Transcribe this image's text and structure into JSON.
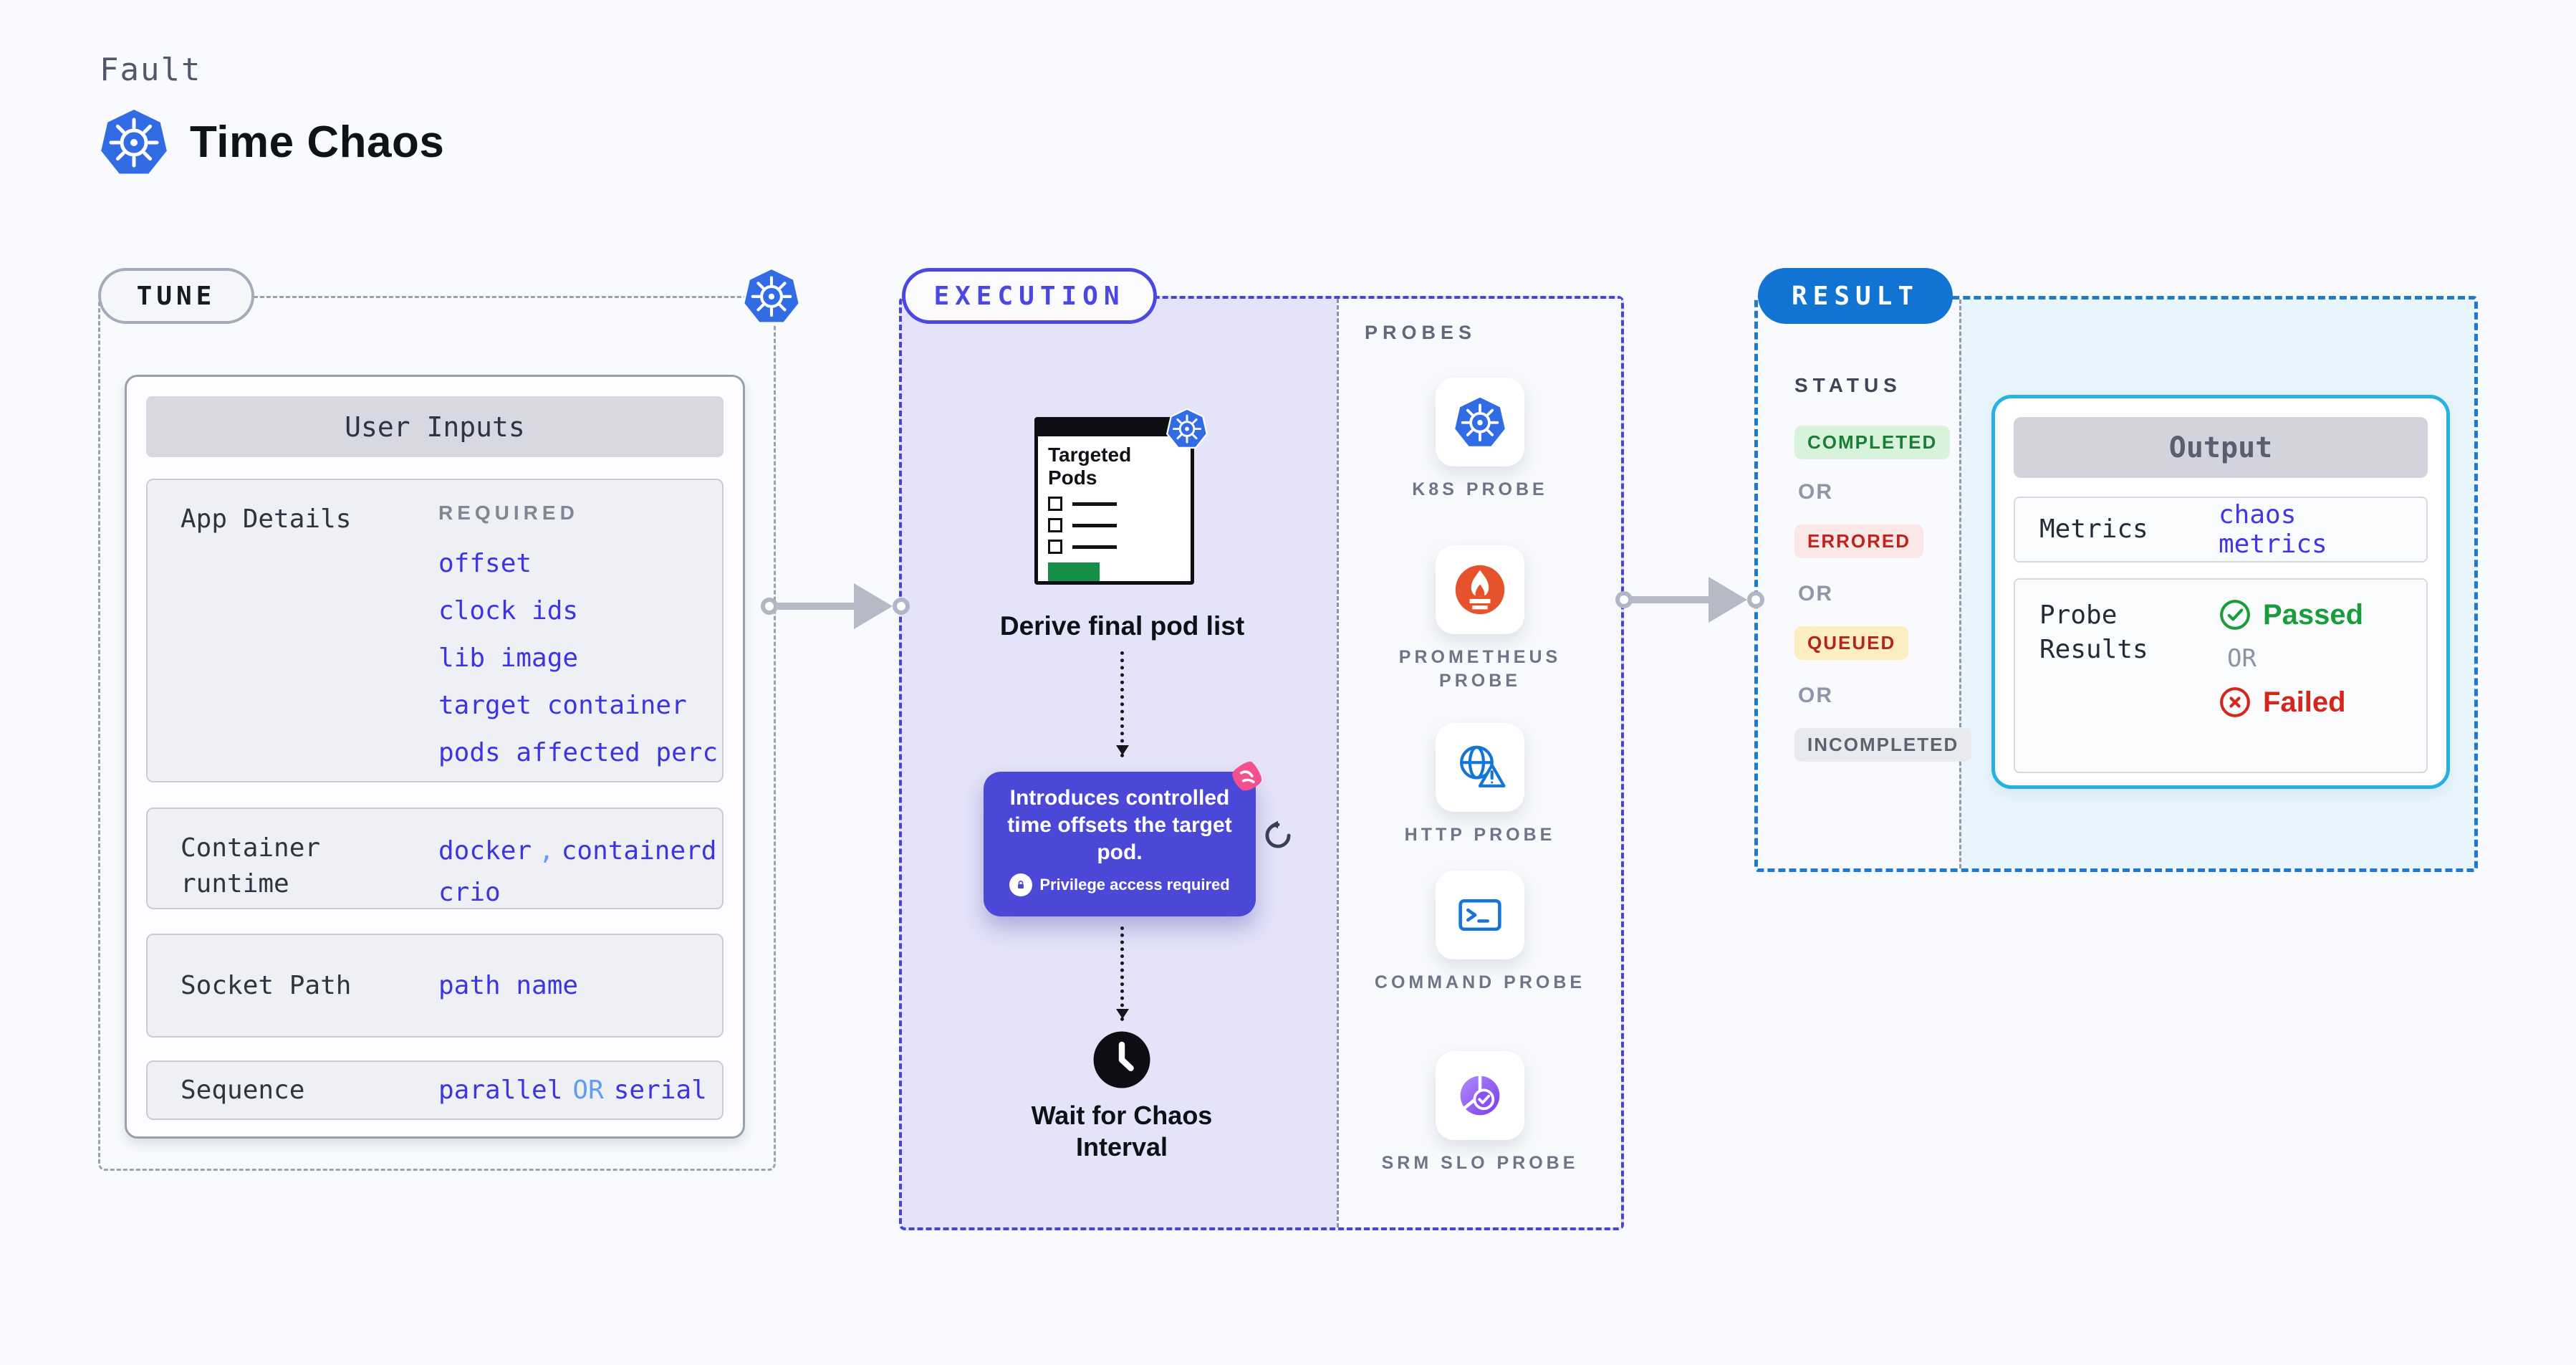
{
  "colors": {
    "accent_indigo": "#4a47e2",
    "execution_fill": "#e4e3f9",
    "result_blue": "#1173d2",
    "output_cyan": "#27b0e2",
    "link_blue": "#3d35e1",
    "light_blue": "#5e9cf5",
    "kubernetes_blue": "#326ce5",
    "prometheus_orange": "#e6522c",
    "passed_green": "#1b9c3c",
    "failed_red": "#d3271d",
    "queued_yellow": "#fdeec2"
  },
  "header": {
    "kicker": "Fault",
    "title": "Time Chaos"
  },
  "tune": {
    "pill": "TUNE",
    "panel": {
      "title": "User Inputs",
      "app_details": {
        "label": "App Details",
        "badge": "REQUIRED",
        "links": [
          "offset",
          "clock ids",
          "lib image",
          "target container",
          "pods affected perc"
        ]
      },
      "container_runtime": {
        "label": "Container runtime",
        "value1": "docker",
        "comma": ",",
        "value2": "containerd",
        "value3": "crio"
      },
      "socket_path": {
        "label": "Socket Path",
        "value": "path name"
      },
      "sequence": {
        "label": "Sequence",
        "value1": "parallel",
        "or": "OR",
        "value2": "serial"
      }
    }
  },
  "execution": {
    "pill": "EXECUTION",
    "pod_card_title": "Targeted Pods",
    "derive_label": "Derive final pod list",
    "tooltip": {
      "text": "Introduces controlled time offsets the target pod.",
      "note": "Privilege access required"
    },
    "wait_label": "Wait for Chaos Interval",
    "probes": {
      "title": "PROBES",
      "items": [
        {
          "label": "K8S PROBE",
          "icon": "kubernetes-icon"
        },
        {
          "label": "PROMETHEUS PROBE",
          "icon": "prometheus-icon"
        },
        {
          "label": "HTTP PROBE",
          "icon": "globe-warning-icon"
        },
        {
          "label": "COMMAND PROBE",
          "icon": "terminal-icon"
        },
        {
          "label": "SRM SLO PROBE",
          "icon": "pie-check-icon"
        }
      ]
    }
  },
  "result": {
    "pill": "RESULT",
    "status": {
      "title": "STATUS",
      "or": "OR",
      "completed": "COMPLETED",
      "errored": "ERRORED",
      "queued": "QUEUED",
      "incompleted": "INCOMPLETED"
    },
    "output": {
      "title": "Output",
      "metrics_label": "Metrics",
      "metrics_value": "chaos metrics",
      "probe_results_label": "Probe Results",
      "passed": "Passed",
      "or": "OR",
      "failed": "Failed"
    }
  }
}
